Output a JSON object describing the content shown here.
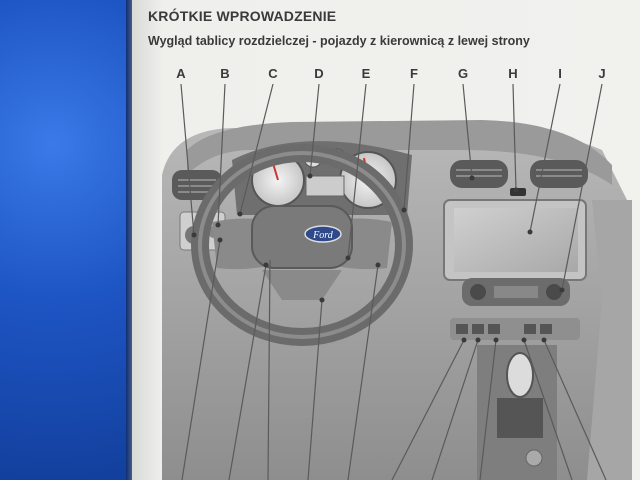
{
  "heading": "KRÓTKIE WPROWADZENIE",
  "subheading": "Wygląd tablicy rozdzielczej - pojazdy z kierownicą z lewej strony",
  "callouts": [
    "A",
    "B",
    "C",
    "D",
    "E",
    "F",
    "G",
    "H",
    "I",
    "J"
  ],
  "steering_logo": "Ford",
  "colors": {
    "cover": "#1f52b8",
    "page": "#f1f1ee",
    "text": "#3a3a3a"
  }
}
